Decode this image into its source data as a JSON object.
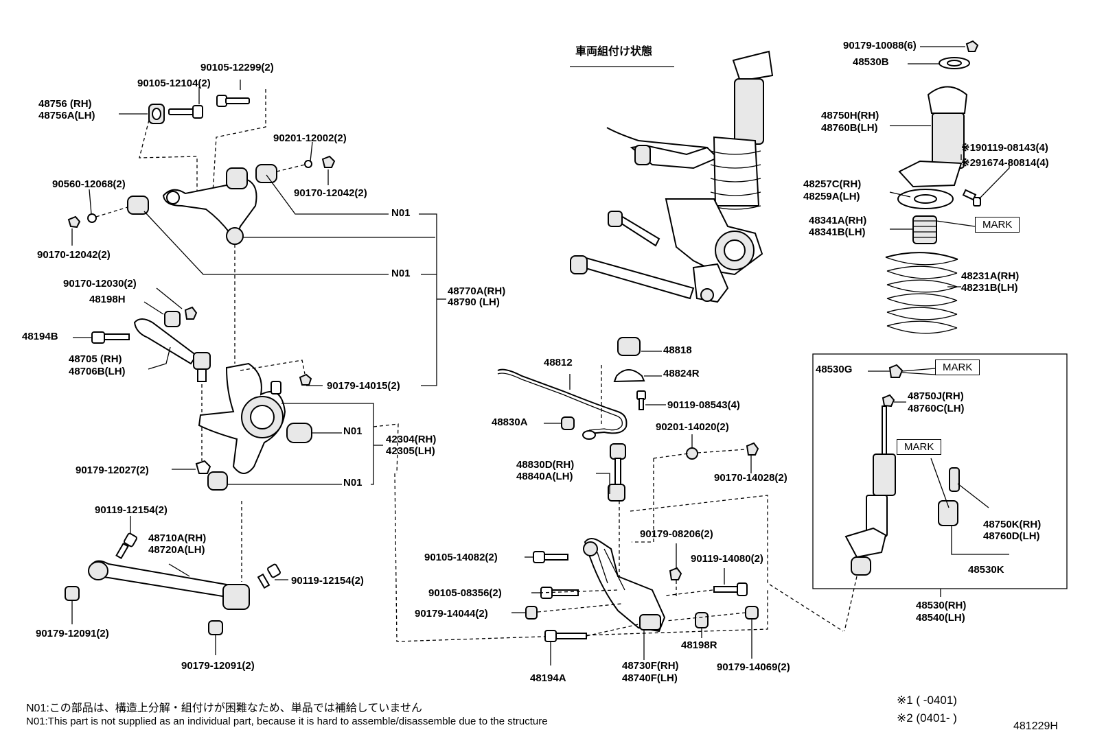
{
  "title": "車両組付け状態",
  "labels": {
    "p90105_12299": "90105-12299(2)",
    "p90105_12104": "90105-12104(2)",
    "p48756_rh": "48756 (RH)",
    "p48756a_lh": "48756A(LH)",
    "p90201_12002": "90201-12002(2)",
    "p90560_12068": "90560-12068(2)",
    "p90170_12042_a": "90170-12042(2)",
    "p90170_12042_b": "90170-12042(2)",
    "n01_1": "N01",
    "n01_2": "N01",
    "n01_3": "N01",
    "n01_4": "N01",
    "p90170_12030": "90170-12030(2)",
    "p48198h": "48198H",
    "p48770a_rh": "48770A(RH)",
    "p48790_lh": "48790 (LH)",
    "p48194b": "48194B",
    "p48705_rh": "48705 (RH)",
    "p48706b_lh": "48706B(LH)",
    "p90179_14015": "90179-14015(2)",
    "p42304_rh": "42304(RH)",
    "p42305_lh": "42305(LH)",
    "p90179_12027": "90179-12027(2)",
    "p90119_12154_a": "90119-12154(2)",
    "p48710a_rh": "48710A(RH)",
    "p48720a_lh": "48720A(LH)",
    "p90119_12154_b": "90119-12154(2)",
    "p90179_12091_a": "90179-12091(2)",
    "p90179_12091_b": "90179-12091(2)",
    "p48818": "48818",
    "p48812": "48812",
    "p48824r": "48824R",
    "p90119_08543": "90119-08543(4)",
    "p48830a": "48830A",
    "p90201_14020": "90201-14020(2)",
    "p48830d_rh": "48830D(RH)",
    "p48840a_lh": "48840A(LH)",
    "p90170_14028": "90170-14028(2)",
    "p90179_08206": "90179-08206(2)",
    "p90105_14082": "90105-14082(2)",
    "p90119_14080": "90119-14080(2)",
    "p90105_08356": "90105-08356(2)",
    "p90179_14044": "90179-14044(2)",
    "p48198r": "48198R",
    "p48194a": "48194A",
    "p48730f_rh": "48730F(RH)",
    "p48740f_lh": "48740F(LH)",
    "p90179_14069": "90179-14069(2)",
    "p90179_10088": "90179-10088(6)",
    "p48530b": "48530B",
    "p48750h_rh": "48750H(RH)",
    "p48760b_lh": "48760B(LH)",
    "p90119_08143": "※190119-08143(4)",
    "p91674_80814": "※291674-80814(4)",
    "p48257c_rh": "48257C(RH)",
    "p48259a_lh": "48259A(LH)",
    "p48341a_rh": "48341A(RH)",
    "p48341b_lh": "48341B(LH)",
    "p48231a_rh": "48231A(RH)",
    "p48231b_lh": "48231B(LH)",
    "p48530g": "48530G",
    "p48750j_rh": "48750J(RH)",
    "p48760c_lh": "48760C(LH)",
    "p48750k_rh": "48750K(RH)",
    "p48760d_lh": "48760D(LH)",
    "p48530k": "48530K",
    "p48530_rh": "48530(RH)",
    "p48540_lh": "48540(LH)"
  },
  "marks": {
    "mark1": "MARK",
    "mark2": "MARK",
    "mark3": "MARK"
  },
  "notes": {
    "note_jp": "N01:この部品は、構造上分解・組付けが困難なため、単品では補給していません",
    "note_en": "N01:This part is not supplied as an individual part, because it is hard to assemble/disassemble due to the structure",
    "footnote1": "※1 (   -0401)",
    "footnote2": "※2 (0401-   )",
    "diagram_id": "481229H"
  }
}
